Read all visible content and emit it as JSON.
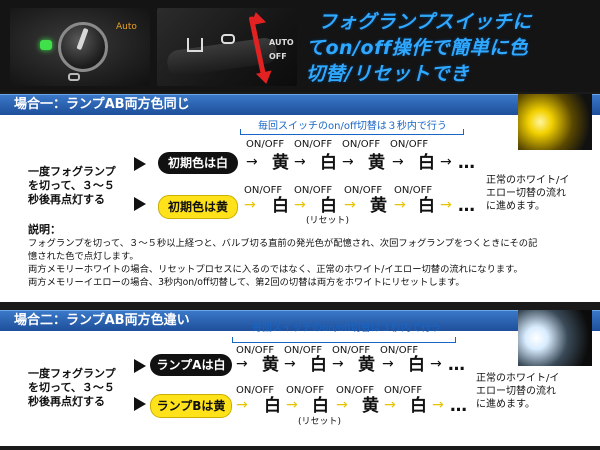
{
  "header": {
    "title_line1": "フォグランプスイッチに",
    "title_line2": "てon/off操作で簡単に色",
    "title_line3": "切替/リセットでき",
    "switch_label": "Auto",
    "switch_label2": "AUTO",
    "off_label": "OFF"
  },
  "case1": {
    "label": "場合一：ランプAB両方色同じ",
    "interval_note": "毎回スイッチのon/off切替は３秒内で行う",
    "left_text": [
      "一度フォグランプ",
      "を切って、３～５",
      "秒後再点灯する"
    ],
    "row1": {
      "pill": "初期色は白",
      "onoff": [
        "ON/OFF",
        "ON/OFF",
        "ON/OFF",
        "ON/OFF"
      ],
      "colors": [
        "黄",
        "白",
        "黄",
        "白"
      ],
      "end": "…"
    },
    "row2": {
      "pill": "初期色は黄",
      "onoff": [
        "ON/OFF",
        "ON/OFF",
        "ON/OFF",
        "ON/OFF"
      ],
      "colors": [
        "白",
        "白",
        "黄",
        "白"
      ],
      "reset": "(リセット)",
      "end": "…"
    },
    "side_note": [
      "正常のホワイト/イ",
      "エロー切替の流れ",
      "に進めます。"
    ],
    "explanation_title": "説明：",
    "explanation": [
      "フォグランプを切って、３～５秒以上経つと、バルブ切る直前の発光色が配憶され、次回フォグランプをつくときにその記",
      "憶された色で点灯します。",
      "両方メモリーホワイトの場合、リセットプロセスに入るのではなく、正常のホワイト/イエロー切替の流れになります。",
      "両方メモリーイエローの場合、3秒内on/off切替して、第2回の切替は両方をホワイトにリセットします。"
    ]
  },
  "case2": {
    "label": "場合二：ランプAB両方色違い",
    "interval_note": "毎回スイッチのon/off切替は３秒内で行う",
    "left_text": [
      "一度フォグランプ",
      "を切って、３～５",
      "秒後再点灯する"
    ],
    "row1": {
      "pill": "ランプAは白",
      "onoff": [
        "ON/OFF",
        "ON/OFF",
        "ON/OFF",
        "ON/OFF"
      ],
      "colors": [
        "黄",
        "白",
        "黄",
        "白"
      ],
      "end": "…"
    },
    "row2": {
      "pill": "ランプBは黄",
      "onoff": [
        "ON/OFF",
        "ON/OFF",
        "ON/OFF",
        "ON/OFF"
      ],
      "colors": [
        "白",
        "白",
        "黄",
        "白"
      ],
      "reset": "(リセット)",
      "end": "…"
    },
    "side_note": [
      "正常のホワイト/イ",
      "エロー切替の流れ",
      "に進めます。"
    ]
  },
  "colors": {
    "title_blue": "#2fa8ff",
    "bar_blue": "#2a64b4",
    "pill_yellow": "#ffe21a",
    "arrow_yellow": "#e7c400"
  }
}
